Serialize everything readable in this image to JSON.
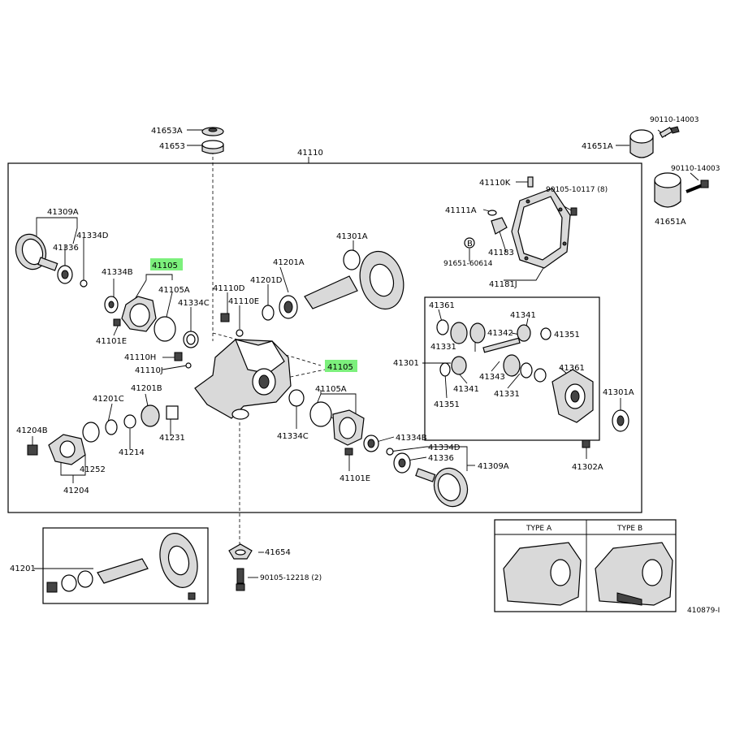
{
  "highlight_color": "#7CF07C",
  "labels": {
    "p41653A": "41653A",
    "p41653": "41653",
    "p41110": "41110",
    "p90110_a": "90110-14003",
    "p41651A_a": "41651A",
    "p90110_b": "90110-14003",
    "p41651A_b": "41651A",
    "p41110K": "41110K",
    "p90105_10117": "90105-10117 (8)",
    "p41111A": "41111A",
    "pB": "B",
    "p41183": "41183",
    "p91651": "91651-60614",
    "p41181J": "41181J",
    "p41309A_l": "41309A",
    "p41334D_l": "41334D",
    "p41336_l": "41336",
    "p41334B_l": "41334B",
    "p41105_l": "41105",
    "p41105A_l": "41105A",
    "p41334C_l": "41334C",
    "p41101E_l": "41101E",
    "p41110D": "41110D",
    "p41110E": "41110E",
    "p41201A": "41201A",
    "p41201D": "41201D",
    "p41301A_t": "41301A",
    "p41110H": "41110H",
    "p41110J": "41110J",
    "p41105_r": "41105",
    "p41105A_r": "41105A",
    "p41334C_r": "41334C",
    "p41101E_r": "41101E",
    "p41334B_r": "41334B",
    "p41334D_r": "41334D",
    "p41336_r": "41336",
    "p41309A_r": "41309A",
    "p41201C": "41201C",
    "p41201B": "41201B",
    "p41214": "41214",
    "p41231": "41231",
    "p41204B": "41204B",
    "p41252": "41252",
    "p41204": "41204",
    "p41361_a": "41361",
    "p41341_a": "41341",
    "p41342": "41342",
    "p41351_a": "41351",
    "p41331_a": "41331",
    "p41301": "41301",
    "p41343": "41343",
    "p41361_b": "41361",
    "p41341_b": "41341",
    "p41331_b": "41331",
    "p41351_b": "41351",
    "p41301A_r": "41301A",
    "p41302A": "41302A",
    "p41201": "41201",
    "p41654": "41654",
    "p90105_12218": "90105-12218 (2)",
    "type_a": "TYPE A",
    "type_b": "TYPE B",
    "figure_id": "410879-I"
  }
}
